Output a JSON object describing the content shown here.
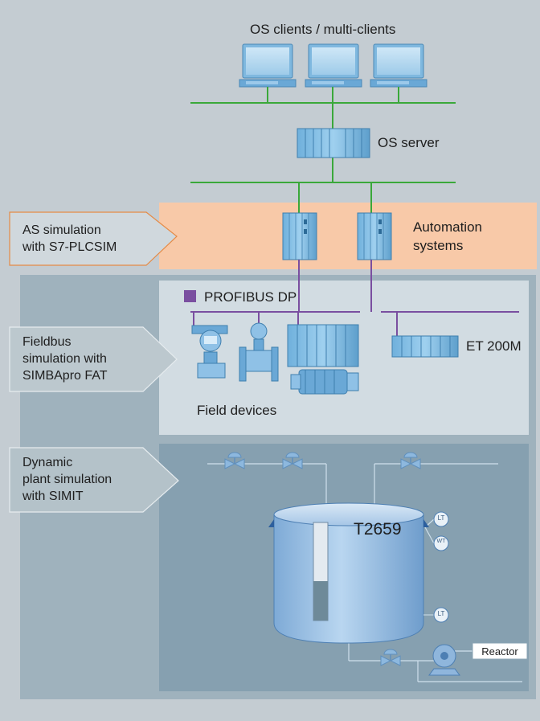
{
  "os_clients": {
    "label": "OS clients / multi-clients"
  },
  "os_server": {
    "label": "OS server"
  },
  "automation": {
    "label_line1": "Automation",
    "label_line2": "systems"
  },
  "profibus": {
    "label": "PROFIBUS DP"
  },
  "et200m": {
    "label": "ET 200M"
  },
  "field_devices": {
    "label": "Field devices"
  },
  "callouts": {
    "as_sim": {
      "line1": "AS simulation",
      "line2": "with S7-PLCSIM"
    },
    "fieldbus_sim": {
      "line1": "Fieldbus",
      "line2": "simulation with",
      "line3": "SIMBApro FAT"
    },
    "plant_sim": {
      "line1": "Dynamic",
      "line2": "plant simulation",
      "line3": "with SIMIT"
    }
  },
  "tank": {
    "label": "T2659",
    "level_fraction": 0.4
  },
  "instruments": {
    "lt_top": "LT",
    "wt": "WT",
    "lt_bottom": "LT"
  },
  "reactor": {
    "label": "Reactor"
  },
  "colors": {
    "background": "#c4ccd2",
    "as_band": "#f8c9a8",
    "network_green": "#3aa83a",
    "profibus_purple": "#7a4fa0",
    "device_blue": "#5a9fd0"
  }
}
